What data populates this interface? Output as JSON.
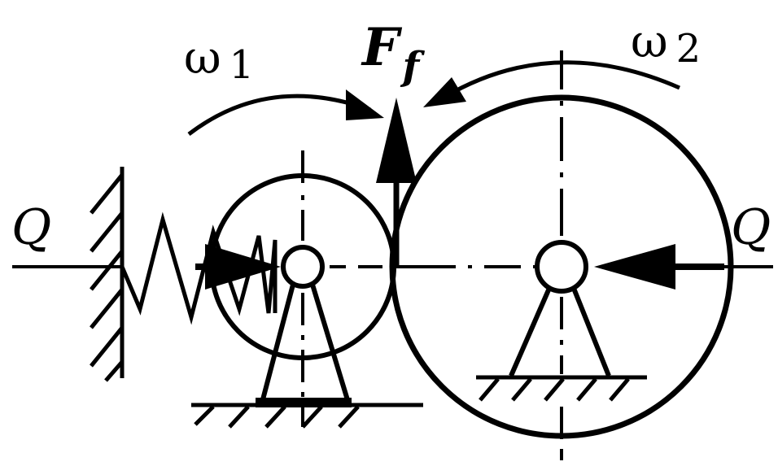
{
  "labels": {
    "omega1": "ω",
    "omega1_sub": "1",
    "omega2": "ω",
    "omega2_sub": "2",
    "friction": "F",
    "friction_sub": "f",
    "load_left": "Q",
    "load_right": "Q"
  },
  "colors": {
    "ink": "#000000",
    "background": "#ffffff"
  }
}
